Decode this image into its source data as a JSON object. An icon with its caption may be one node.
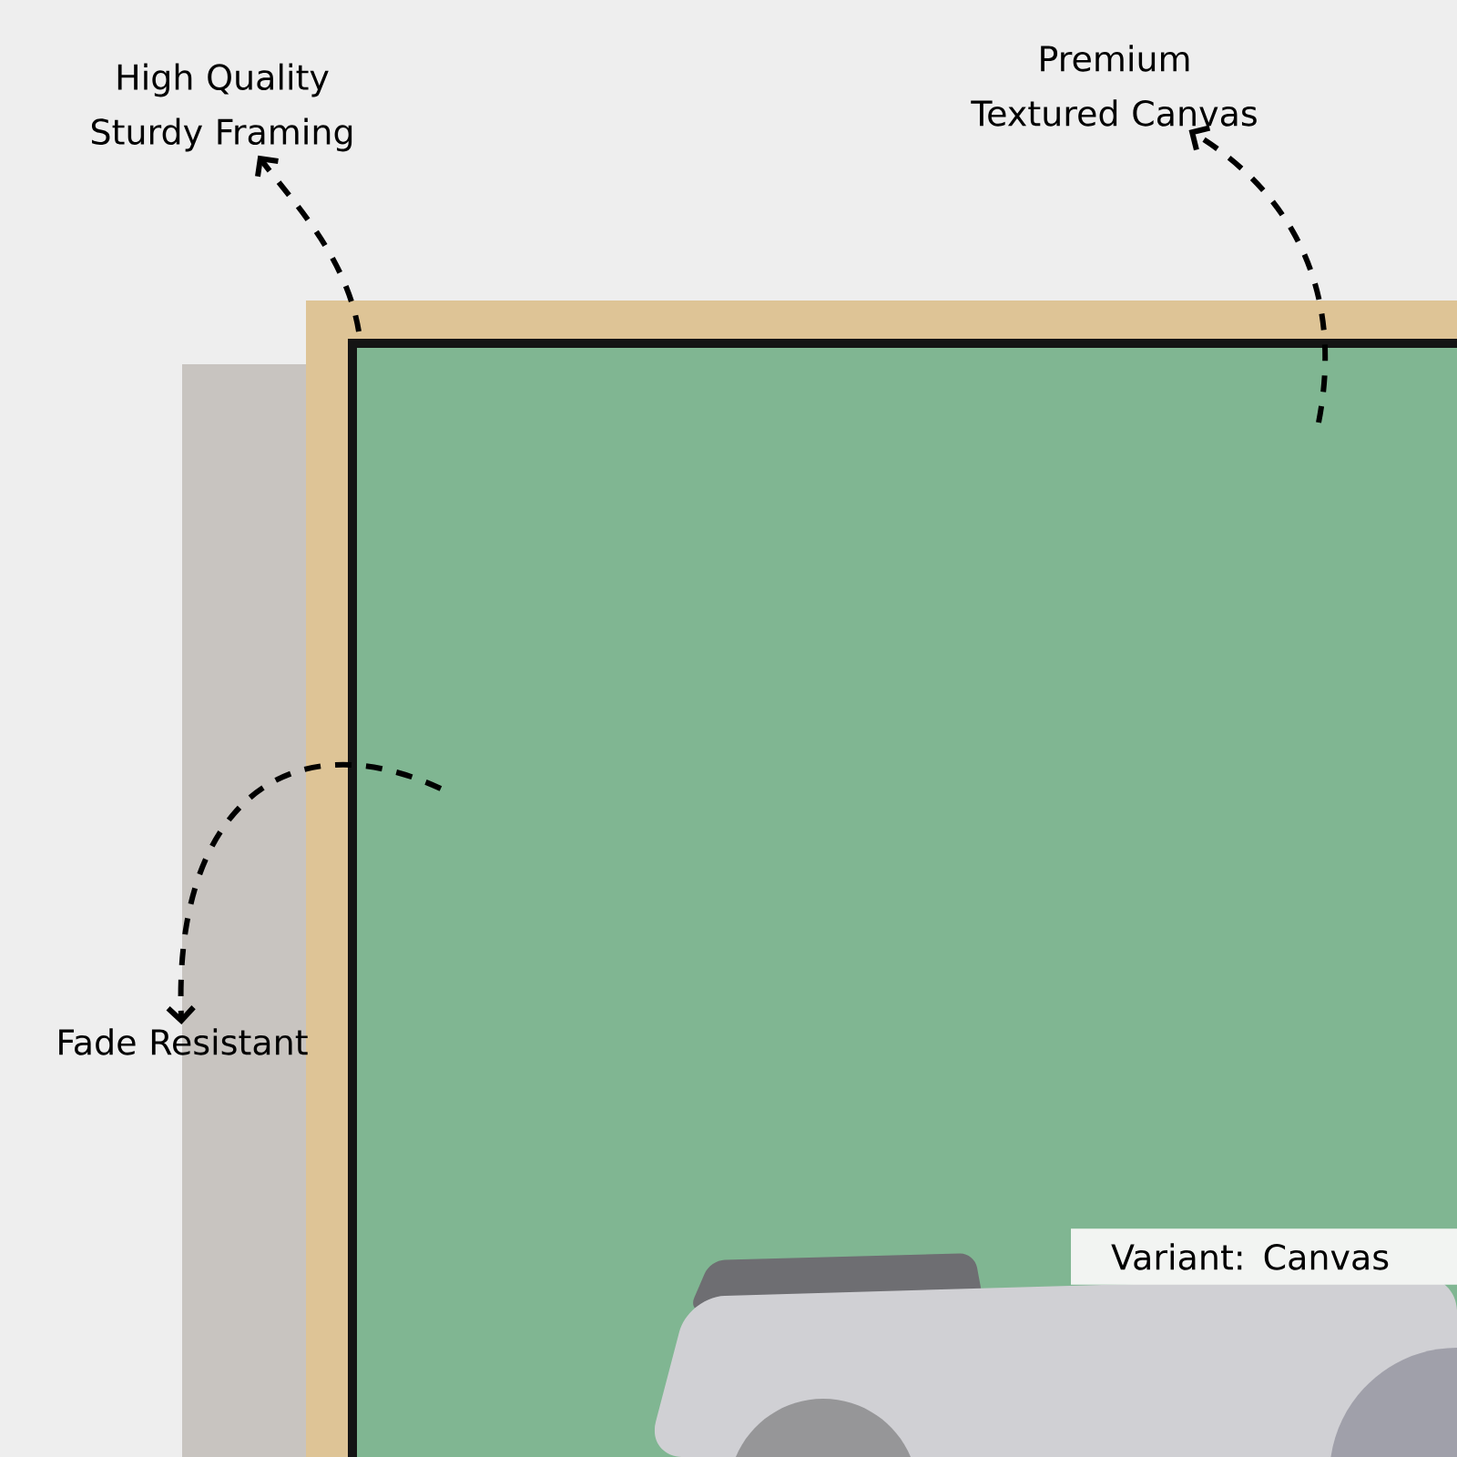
{
  "diagram": {
    "nodes": [
      {
        "text": [
          "High Quality Sturdy Framing"
        ]
      },
      {
        "text": [
          "Premium Textured Canvas"
        ]
      },
      {
        "text": [
          "Fade Resistant"
        ]
      },
      {
        "text": [
          "Variant: Canvas"
        ]
      }
    ],
    "edges": [
      {
        "from": null,
        "to": 0,
        "arrow": "to",
        "style": "dashed"
      },
      {
        "from": null,
        "to": 1,
        "arrow": "to",
        "style": "dashed"
      },
      {
        "from": null,
        "to": 2,
        "arrow": "to",
        "style": "dashed"
      }
    ]
  }
}
